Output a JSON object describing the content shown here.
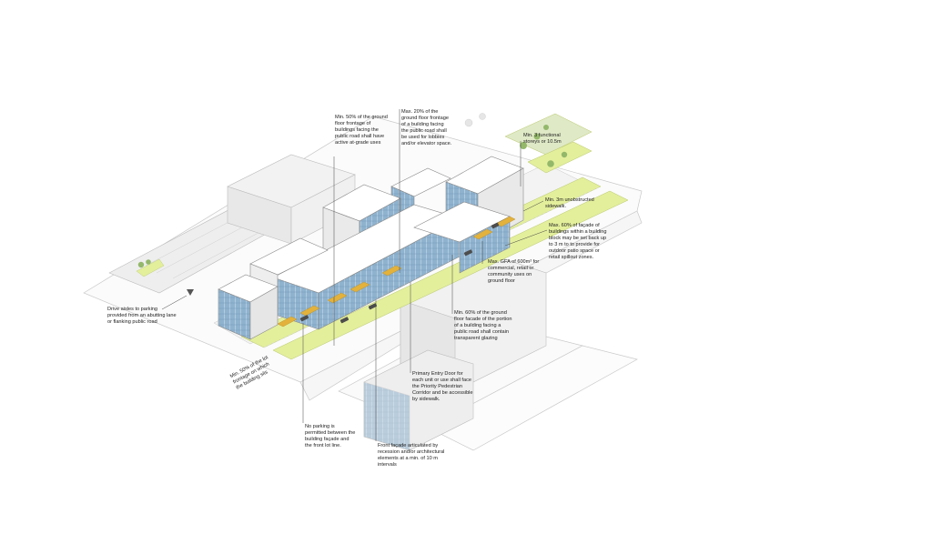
{
  "annotations": {
    "active_at_grade": "Min. 50% of the ground\nfloor frontage of\nbuildings facing the\npublic road shall have\nactive at-grade uses",
    "lobbies": "Max. 20% of the\nground floor frontage\nof a building facing\nthe public road shall\nbe used for lobbies\nand/or elevator space.",
    "storeys": "Min. 3 functional\nstoreys or 10.5m",
    "sidewalk": "Min. 3m unobstructed\nsidewalk.",
    "setback": "Max. 60% of façade of\nbuildings within a building\nblock may be set back up\nto 3 m to to provide for\noutdoor patio space or\nretail spillout zones.",
    "gfa": "Max. GFA of 600m² for\ncommercial, retail or\ncommunity uses on\nground floor",
    "glazing": "Min. 60% of the ground\nfloor facade of the portion\nof a building facing a\npublic road shall contain\ntransparent glazing",
    "entry": "Primary Entry Door for\neach unit or use shall face\nthe Priority Pedestrian\nCorridor and be accessible\nby sidewalk.",
    "no_parking": "No parking is\npermitted between the\nbuilding façade and\nthe front lot line.",
    "articulation": "Front façade articulated by\nrecession and/or architectural\nelements at a min. of 10 m\nintervals",
    "drive_aisles": "Drive aisles to parking\nprovided from an abutting lane\nor flanking public road",
    "lot_frontage": "Min. 50% of the lot\nfrontage on which\nthe building sits"
  },
  "colors": {
    "sidewalk": "#e4ef9c",
    "glazing": "#8fb3cf",
    "awning": "#e3b23c",
    "tree": "#93b86a",
    "outline": "#8a8a8a"
  }
}
